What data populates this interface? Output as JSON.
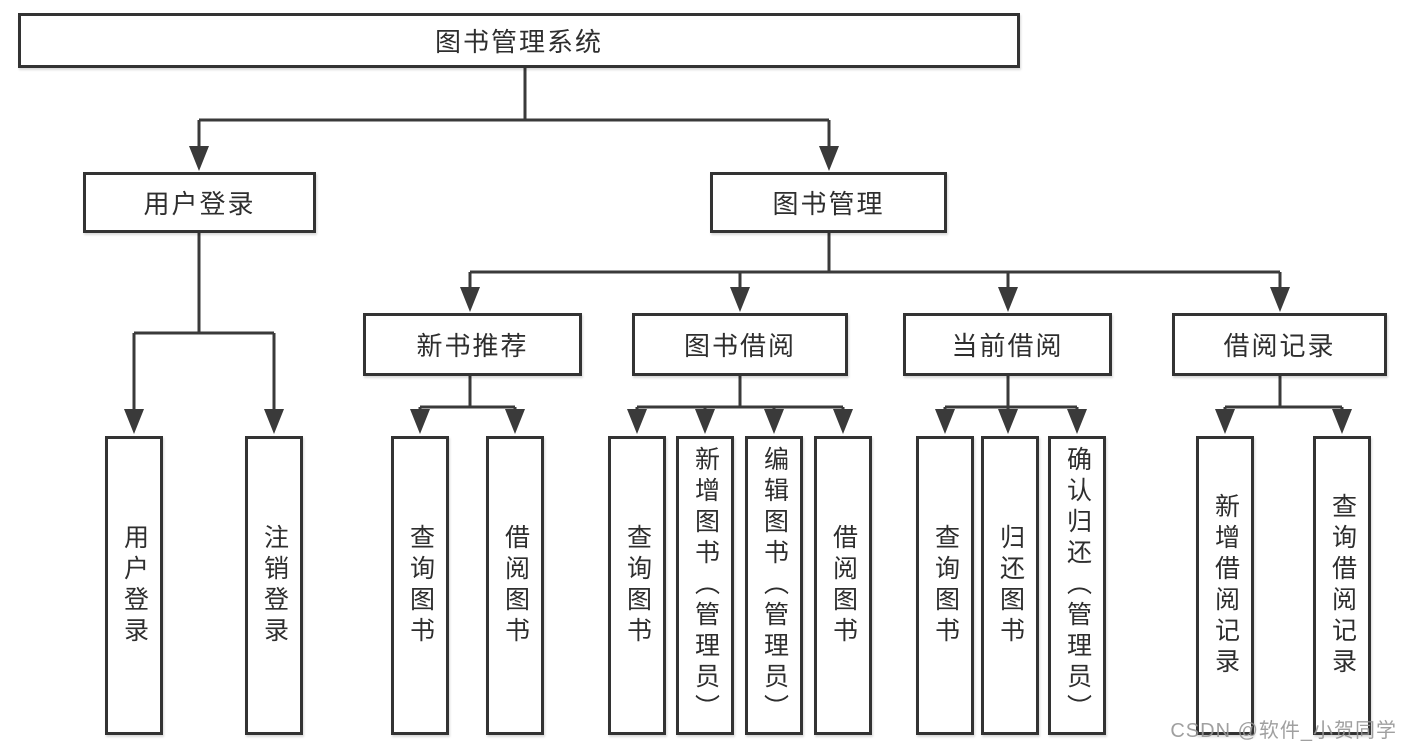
{
  "diagram": {
    "root": {
      "label": "图书管理系统"
    },
    "level2": [
      {
        "label": "用户登录"
      },
      {
        "label": "图书管理"
      }
    ],
    "level3": [
      {
        "label": "新书推荐"
      },
      {
        "label": "图书借阅"
      },
      {
        "label": "当前借阅"
      },
      {
        "label": "借阅记录"
      }
    ],
    "leaves": [
      {
        "label": "用户登录"
      },
      {
        "label": "注销登录"
      },
      {
        "label": "查询图书"
      },
      {
        "label": "借阅图书"
      },
      {
        "label": "查询图书"
      },
      {
        "label": "新增图书（管理员）"
      },
      {
        "label": "编辑图书（管理员）"
      },
      {
        "label": "借阅图书"
      },
      {
        "label": "查询图书"
      },
      {
        "label": "归还图书"
      },
      {
        "label": "确认归还（管理员）"
      },
      {
        "label": "新增借阅记录"
      },
      {
        "label": "查询借阅记录"
      }
    ]
  },
  "watermark": {
    "text": "CSDN @软件_小贺同学"
  },
  "colors": {
    "background": "#ffffff",
    "line": "#3a3a3a",
    "box_border": "#333333",
    "text": "#2e2e2e",
    "watermark": "#969696"
  }
}
